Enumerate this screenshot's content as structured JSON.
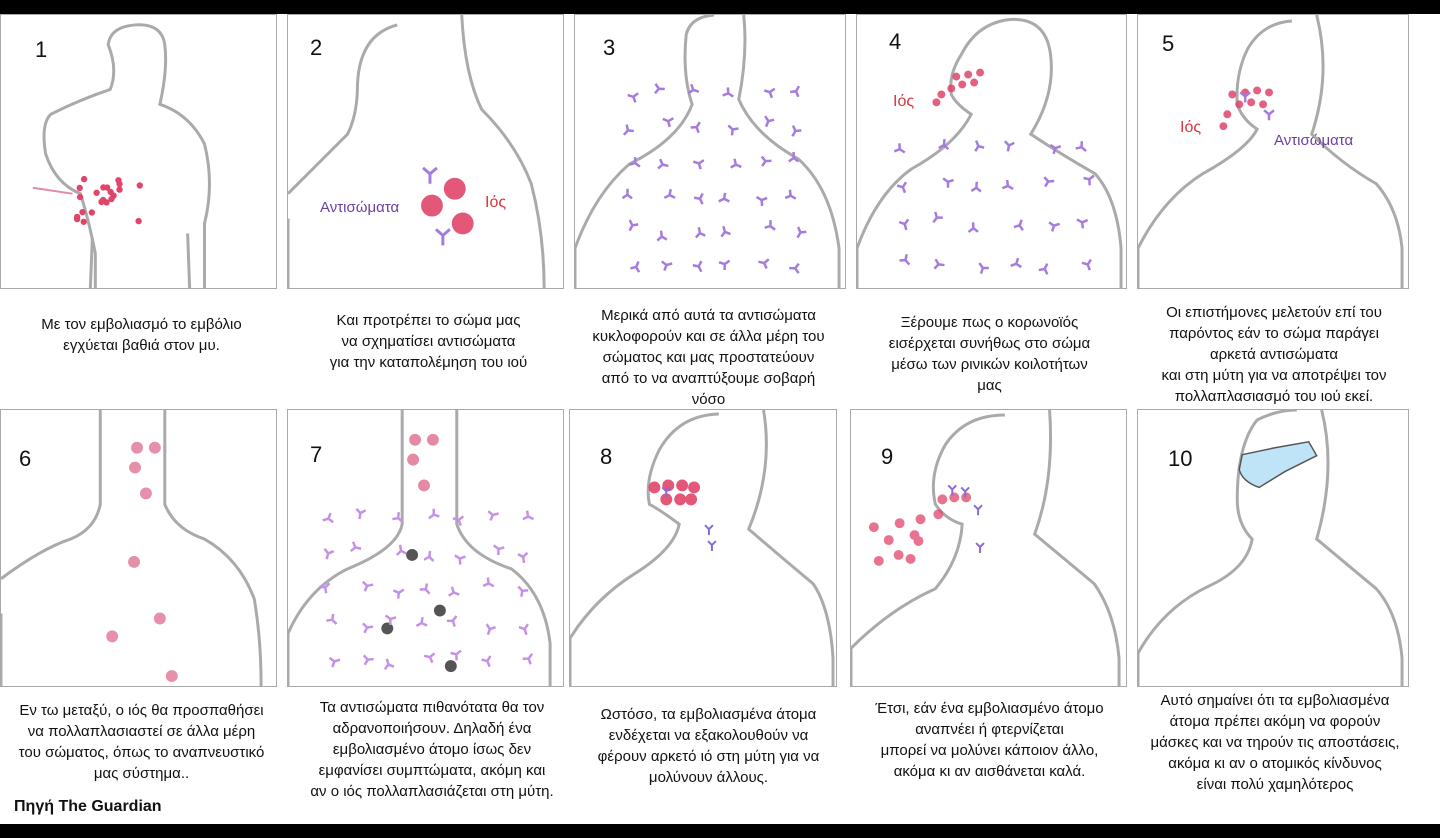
{
  "panels": [
    {
      "number": "1",
      "caption": [
        "Με τον εμβολιασμό το εμβόλιο",
        "εγχύεται βαθιά στον μυ."
      ]
    },
    {
      "number": "2",
      "caption": [
        "Και προτρέπει το σώμα μας",
        "να σχηματίσει αντισώματα",
        "για την καταπολέμηση του ιού"
      ],
      "label_antibodies": "Αντισώματα",
      "label_virus": "Ιός"
    },
    {
      "number": "3",
      "caption": [
        "Μερικά από αυτά τα αντισώματα",
        "κυκλοφορούν και σε άλλα μέρη του",
        "σώματος και μας προστατεύουν",
        "από το να αναπτύξουμε σοβαρή",
        "νόσο"
      ]
    },
    {
      "number": "4",
      "caption": [
        "Ξέρουμε πως ο κορωνοϊός",
        "εισέρχεται συνήθως στο σώμα",
        "μέσω των ρινικών κοιλοτήτων",
        "μας"
      ],
      "label_virus": "Ιός"
    },
    {
      "number": "5",
      "caption": [
        "Οι επιστήμονες μελετούν επί του",
        "παρόντος εάν το σώμα παράγει",
        "αρκετά αντισώματα",
        "και στη μύτη για να αποτρέψει τον",
        "πολλαπλασιασμό του ιού εκεί."
      ],
      "label_virus": "Ιός",
      "label_antibodies": "Αντισώματα"
    },
    {
      "number": "6",
      "caption": [
        "Εν τω μεταξύ, ο ιός θα προσπαθήσει",
        "να πολλαπλασιαστεί σε άλλα μέρη",
        "του σώματος, όπως το αναπνευστικό",
        "μας σύστημα.."
      ]
    },
    {
      "number": "7",
      "caption": [
        "Τα αντισώματα πιθανότατα θα τον",
        "αδρανοποιήσουν. Δηλαδή ένα",
        "εμβολιασμένο άτομο ίσως δεν",
        "εμφανίσει συμπτώματα, ακόμη και",
        "αν ο ιός πολλαπλασιάζεται στη μύτη."
      ]
    },
    {
      "number": "8",
      "caption": [
        "Ωστόσο, τα εμβολιασμένα άτομα",
        "ενδέχεται να εξακολουθούν να",
        "φέρουν αρκετό ιό στη μύτη για να",
        "μολύνουν άλλους."
      ]
    },
    {
      "number": "9",
      "caption": [
        "Έτσι, εάν ένα εμβολιασμένο άτομο",
        "αναπνέει ή φτερνίζεται",
        "μπορεί να μολύνει κάποιον άλλο,",
        "ακόμα κι αν αισθάνεται καλά."
      ]
    },
    {
      "number": "10",
      "caption": [
        "Αυτό σημαίνει ότι τα εμβολιασμένα",
        "άτομα πρέπει ακόμη να φορούν",
        "μάσκες και να τηρούν τις αποστάσεις,",
        "ακόμα κι αν ο ατομικός κίνδυνος",
        "είναι πολύ χαμηλότερος"
      ]
    }
  ],
  "source": "Πηγή The Guardian",
  "colors": {
    "virus": "#e0456a",
    "antibody": "#a57be0",
    "inactive_virus": "#555555",
    "outline": "#aaaaaa",
    "mask": "#bfe3f7"
  }
}
